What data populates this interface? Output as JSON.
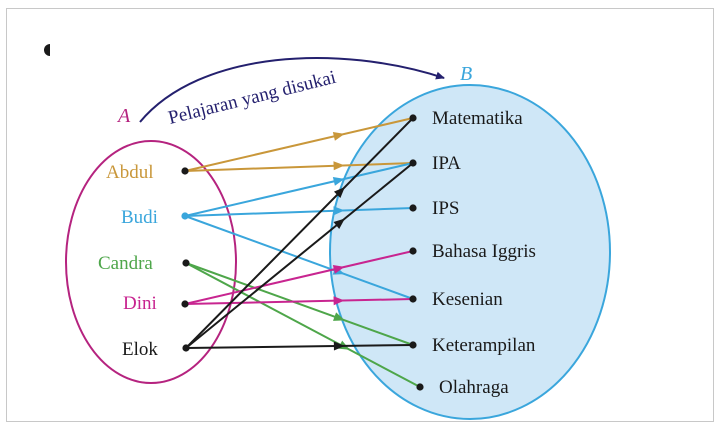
{
  "caption": "Pelajaran yang disukai",
  "set_a": {
    "name": "A",
    "color": "#b5237f",
    "members": [
      {
        "label": "Abdul",
        "color": "#c9973a"
      },
      {
        "label": "Budi",
        "color": "#3aa6dc"
      },
      {
        "label": "Candra",
        "color": "#4ea64a"
      },
      {
        "label": "Dini",
        "color": "#c82590"
      },
      {
        "label": "Elok",
        "color": "#1a1a1a"
      }
    ]
  },
  "set_b": {
    "name": "B",
    "color": "#3aa6dc",
    "fill": "#cfe7f7",
    "members": [
      {
        "label": "Matematika"
      },
      {
        "label": "IPA"
      },
      {
        "label": "IPS"
      },
      {
        "label": "Bahasa Iggris"
      },
      {
        "label": "Kesenian"
      },
      {
        "label": "Keterampilan"
      },
      {
        "label": "Olahraga"
      }
    ]
  },
  "relation": [
    {
      "from": "Abdul",
      "to": "Matematika"
    },
    {
      "from": "Abdul",
      "to": "IPA"
    },
    {
      "from": "Budi",
      "to": "IPA"
    },
    {
      "from": "Budi",
      "to": "IPS"
    },
    {
      "from": "Budi",
      "to": "Kesenian"
    },
    {
      "from": "Candra",
      "to": "Keterampilan"
    },
    {
      "from": "Candra",
      "to": "Olahraga"
    },
    {
      "from": "Dini",
      "to": "Bahasa Iggris"
    },
    {
      "from": "Dini",
      "to": "Kesenian"
    },
    {
      "from": "Elok",
      "to": "Matematika"
    },
    {
      "from": "Elok",
      "to": "IPA"
    },
    {
      "from": "Elok",
      "to": "Keterampilan"
    }
  ],
  "caption_color": "#24206e"
}
